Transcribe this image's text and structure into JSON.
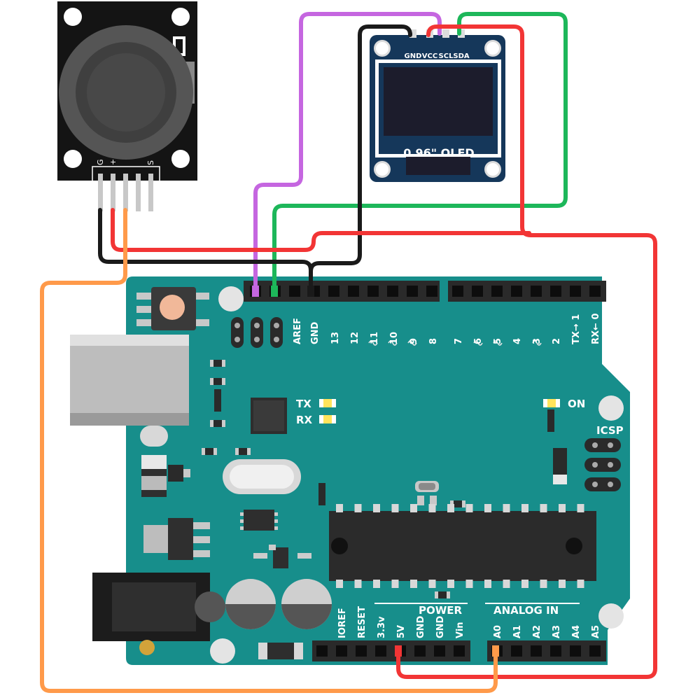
{
  "oled": {
    "pins": [
      "GND",
      "VCC",
      "SCL",
      "SDA"
    ],
    "title": "0.96\" OLED"
  },
  "joystick": {
    "pins": [
      "G",
      "+",
      "",
      "",
      "S"
    ]
  },
  "arduino": {
    "top_pins": [
      "AREF",
      "GND",
      "13",
      "12",
      "11",
      "10",
      "9",
      "8",
      "7",
      "6",
      "5",
      "4",
      "3",
      "2",
      "TX→ 1",
      "RX← 0"
    ],
    "tx": "TX",
    "rx": "RX",
    "on": "ON",
    "icsp": "ICSP",
    "power_header": "POWER",
    "analog_header": "ANALOG IN",
    "power_pins": [
      "IOREF",
      "RESET",
      "3.3v",
      "5V",
      "GND",
      "GND",
      "Vin"
    ],
    "analog_pins": [
      "A0",
      "A1",
      "A2",
      "A3",
      "A4",
      "A5"
    ]
  },
  "wire_colors": {
    "purple": "#c566e0",
    "green": "#1db75a",
    "red": "#f23535",
    "black": "#1a1a1a",
    "orange": "#ff9a4a"
  }
}
